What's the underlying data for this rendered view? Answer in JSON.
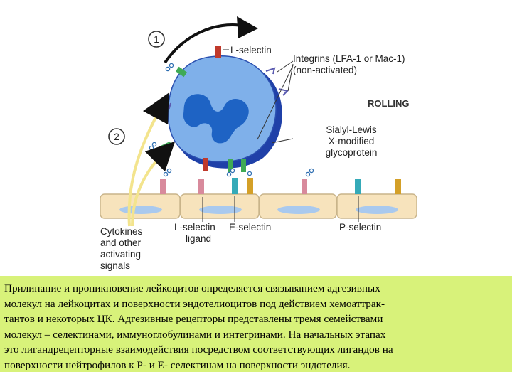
{
  "diagram": {
    "step_1": "1",
    "step_2": "2",
    "rolling": "ROLLING",
    "l_selectin": "L-selectin",
    "integrins": [
      "Integrins (LFA-1 or Mac-1)",
      "(non-activated)"
    ],
    "sialyl": [
      "Sialyl-Lewis",
      "X-modified",
      "glycoprotein"
    ],
    "cytokines": [
      "Cytokines",
      "and other",
      "activating",
      "signals"
    ],
    "l_selectin_ligand": [
      "L-selectin",
      "ligand"
    ],
    "e_selectin": "E-selectin",
    "p_selectin": "P-selectin"
  },
  "caption": {
    "lines": [
      "Прилипание и проникновение лейкоцитов определяется связыванием адгезивных",
      "молекул на лейкоцитах и поверхности эндотелиоцитов под действием хемоаттрак-",
      "тантов и некоторых ЦК. Адгезивные рецепторы представлены тремя семействами",
      "молекул – селектинами, иммуноглобулинами и интегринами. На начальных этапах",
      "это лигандрецепторные взаимодействия  посредством соответствующих лигандов на",
      "поверхности нейтрофилов к P- и E- селектинам на поверхности эндотелия."
    ]
  },
  "colors": {
    "cell_body": "#7fb0ea",
    "cell_shadow": "#1f40a8",
    "nucleus": "#1e63c4",
    "endothelium": "#f7e3bc",
    "l_selectin_red": "#c0392b",
    "integrin_green": "#3faa55",
    "e_selectin_cyan": "#35aab8",
    "p_selectin_gold": "#d4a028",
    "ligand_pink": "#d88a9c",
    "caption_bg": "#d8f27a"
  }
}
